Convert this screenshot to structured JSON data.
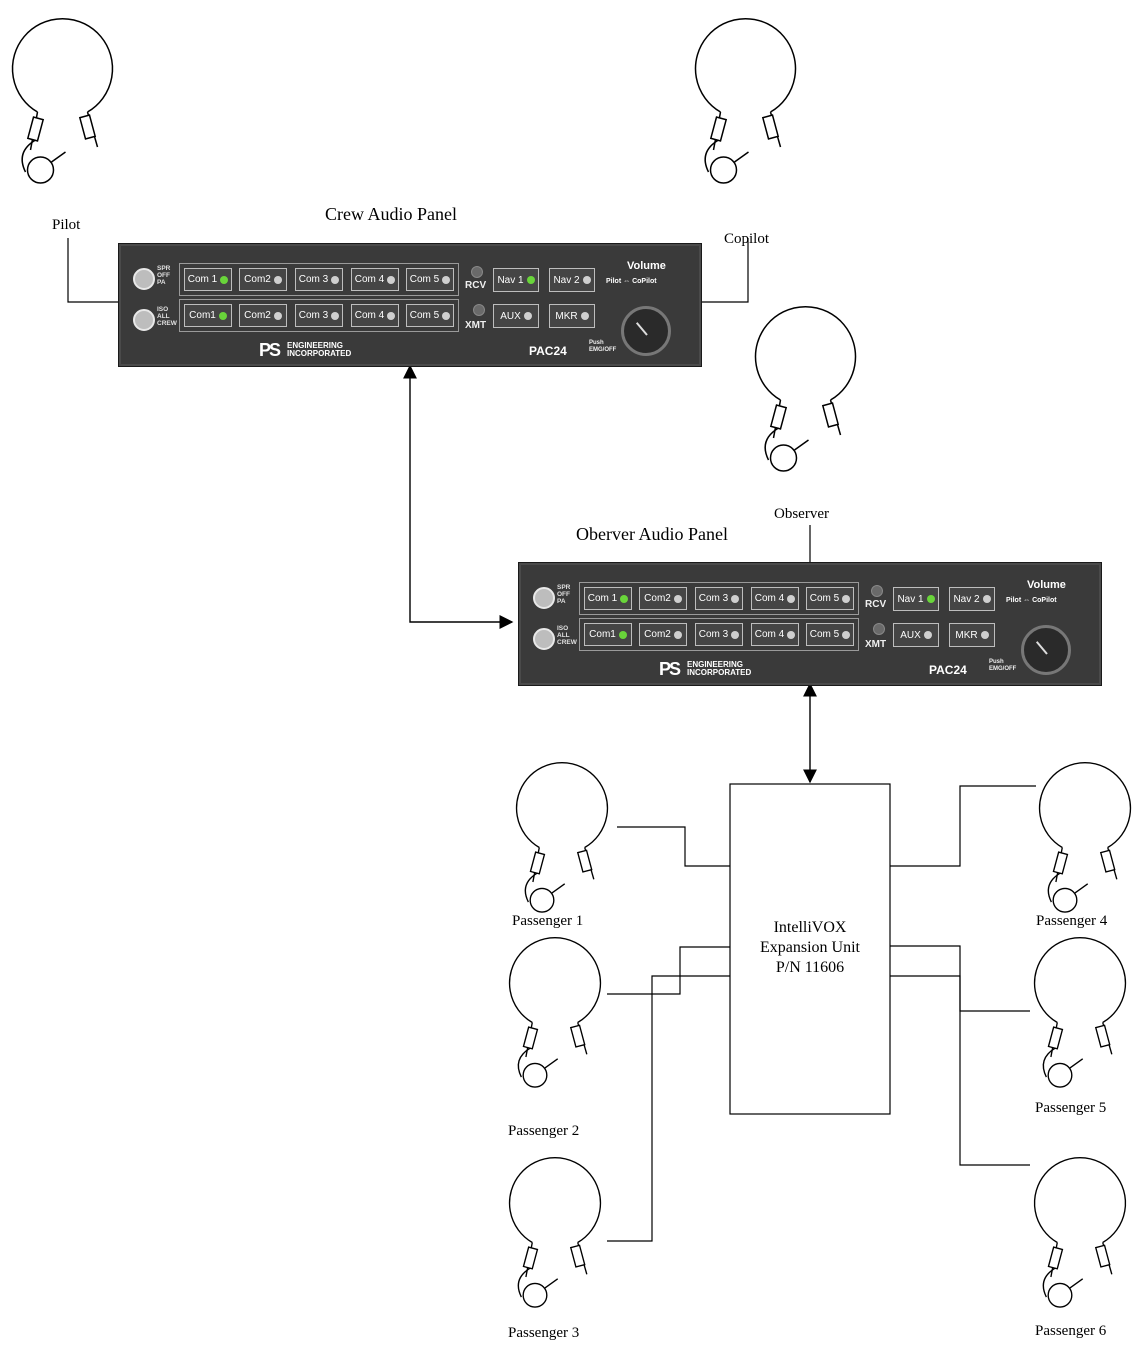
{
  "labels": {
    "pilot": "Pilot",
    "copilot": "Copilot",
    "observer": "Observer",
    "crew_panel_title": "Crew Audio Panel",
    "observer_panel_title": "Oberver Audio Panel",
    "passenger_1": "Passenger 1",
    "passenger_2": "Passenger 2",
    "passenger_3": "Passenger 3",
    "passenger_4": "Passenger 4",
    "passenger_5": "Passenger 5",
    "passenger_6": "Passenger 6"
  },
  "expansion_unit": {
    "line1": "IntelliVOX",
    "line2": "Expansion Unit",
    "line3": "P/N 11606"
  },
  "panel": {
    "row1": [
      "Com 1",
      "Com2",
      "Com 3",
      "Com 4",
      "Com 5"
    ],
    "row2": [
      "Com1",
      "Com2",
      "Com 3",
      "Com 4",
      "Com 5"
    ],
    "switch1_label": [
      "SPR",
      "OFF",
      "PA"
    ],
    "switch2_label": [
      "ISO",
      "ALL",
      "CREW"
    ],
    "rcv": "RCV",
    "xmt": "XMT",
    "nav1": "Nav 1",
    "nav2": "Nav 2",
    "aux": "AUX",
    "mkr": "MKR",
    "volume": "Volume",
    "pilot_copilot_left": "Pilot",
    "pilot_copilot_right": "CoPilot",
    "push_line1": "Push",
    "push_line2": "EMG/OFF",
    "model": "PAC24",
    "brand_line1": "ENGINEERING",
    "brand_line2": "INCORPORATED",
    "brand_mark": "PS"
  }
}
